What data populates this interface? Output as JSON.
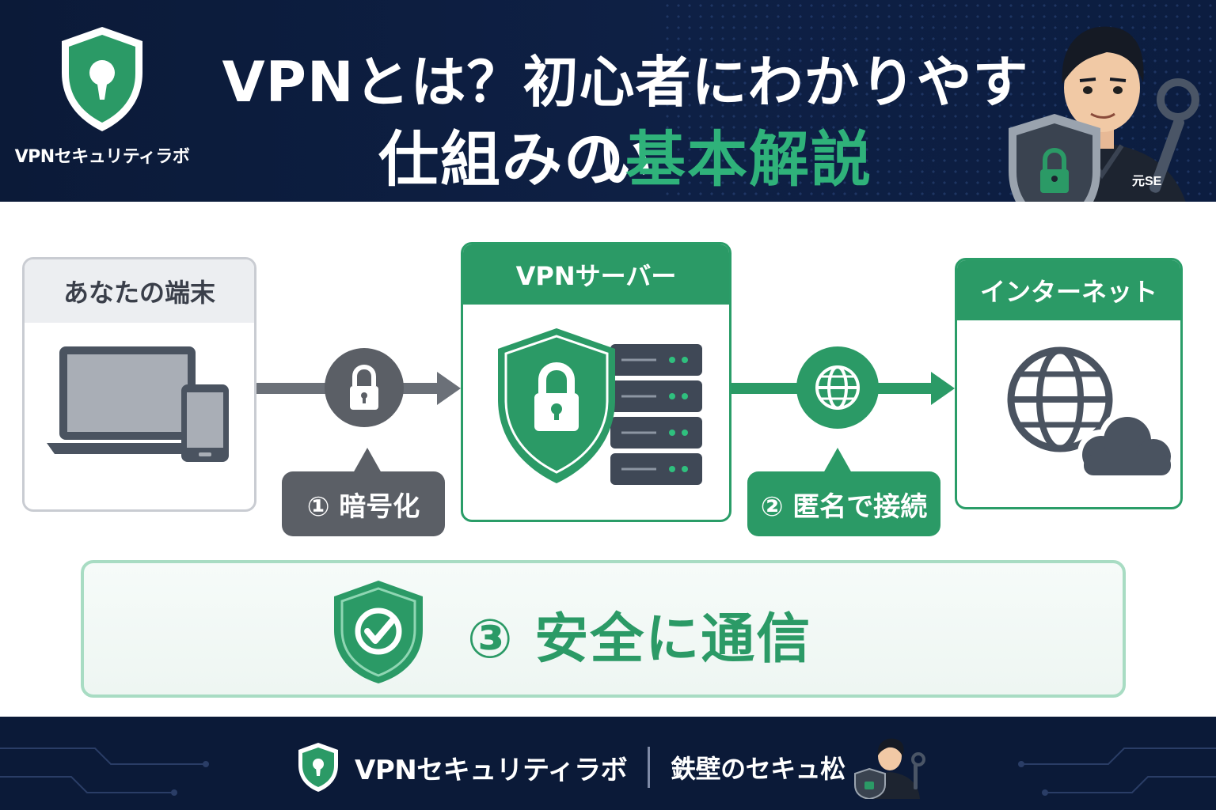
{
  "header": {
    "brand_name": "VPNセキュリティラボ",
    "title_line1": "VPNとは？初心者にわかりやすい",
    "title_line2_plain": "仕組みの",
    "title_line2_accent": "基本解説",
    "mascot_badge": "元SE"
  },
  "cards": {
    "device": {
      "label": "あなたの端末",
      "icon": "laptop-and-phone-icon"
    },
    "server": {
      "label": "VPNサーバー",
      "icon": "shield-lock-server-icon"
    },
    "internet": {
      "label": "インターネット",
      "icon": "globe-cloud-icon"
    }
  },
  "steps": {
    "encrypt": "① 暗号化",
    "anonymous": "② 匿名で接続",
    "secure": "③ 安全に通信"
  },
  "footer": {
    "brand_name": "VPNセキュリティラボ",
    "author": "鉄壁のセキュ松"
  },
  "colors": {
    "navy": "#0b1a38",
    "green": "#2b9a66",
    "gray": "#5b5f66"
  }
}
